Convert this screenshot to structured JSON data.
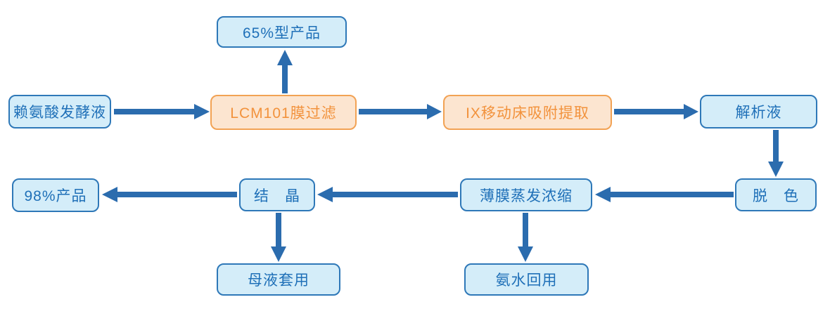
{
  "diagram": {
    "type": "flowchart",
    "colors": {
      "box_blue_fill": "#d4edf9",
      "box_blue_border": "#2e78b8",
      "box_blue_text": "#1f70b8",
      "box_orange_fill": "#fce5d0",
      "box_orange_border": "#f2a254",
      "box_orange_text": "#f2923c",
      "arrow": "#2b6cae"
    },
    "nodes": {
      "feed": {
        "label": "赖氨酸发酵液",
        "style": "blue"
      },
      "product65": {
        "label": "65%型产品",
        "style": "blue"
      },
      "membrane": {
        "label": "LCM101膜过滤",
        "style": "orange"
      },
      "ix": {
        "label": "IX移动床吸附提取",
        "style": "orange"
      },
      "desorption": {
        "label": "解析液",
        "style": "blue"
      },
      "decolor": {
        "label": "脱　色",
        "style": "blue"
      },
      "evaporation": {
        "label": "薄膜蒸发浓缩",
        "style": "blue"
      },
      "crystallization": {
        "label": "结　晶",
        "style": "blue"
      },
      "product98": {
        "label": "98%产品",
        "style": "blue"
      },
      "mother_liquor": {
        "label": "母液套用",
        "style": "blue"
      },
      "ammonia": {
        "label": "氨水回用",
        "style": "blue"
      }
    },
    "edges": [
      {
        "from": "feed",
        "to": "membrane"
      },
      {
        "from": "membrane",
        "to": "product65"
      },
      {
        "from": "membrane",
        "to": "ix"
      },
      {
        "from": "ix",
        "to": "desorption"
      },
      {
        "from": "desorption",
        "to": "decolor"
      },
      {
        "from": "decolor",
        "to": "evaporation"
      },
      {
        "from": "evaporation",
        "to": "crystallization"
      },
      {
        "from": "crystallization",
        "to": "product98"
      },
      {
        "from": "crystallization",
        "to": "mother_liquor"
      },
      {
        "from": "evaporation",
        "to": "ammonia"
      }
    ]
  }
}
